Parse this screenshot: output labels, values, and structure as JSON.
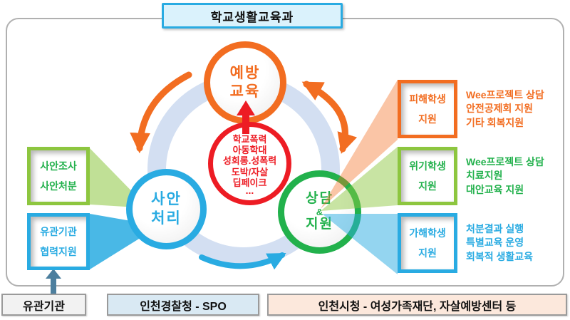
{
  "title": "학교생활교육과",
  "cycle": {
    "prevention": {
      "lines": [
        "예방",
        "교육"
      ]
    },
    "case_handling": {
      "lines": [
        "사안",
        "처리"
      ]
    },
    "counseling": {
      "lines": [
        "상담",
        "&",
        "지원"
      ]
    },
    "center_issues": {
      "lines": [
        "학교폭력",
        "아동학대",
        "성희롱.성폭력",
        "도박/자살",
        "딥페이크",
        "..."
      ]
    }
  },
  "left_callouts": [
    {
      "lines": [
        "사안조사",
        "사안처분"
      ]
    },
    {
      "lines": [
        "유관기관",
        "협력지원"
      ]
    }
  ],
  "right_callouts": [
    {
      "box": [
        "피해학생",
        "지원"
      ],
      "details": [
        "Wee프로젝트 상담",
        "안전공제회 지원",
        "기타 회복지원"
      ]
    },
    {
      "box": [
        "위기학생",
        "지원"
      ],
      "details": [
        "Wee프로젝트 상담",
        "치료지원",
        "대안교육 지원"
      ]
    },
    {
      "box": [
        "가해학생",
        "지원"
      ],
      "details": [
        "처분결과 실행",
        "특별교육 운영",
        "회복적 생활교육"
      ]
    }
  ],
  "bottom_bar": [
    {
      "label": "유관기관"
    },
    {
      "label": "인천경찰청 - SPO"
    },
    {
      "label": "인천시청 - 여성가족재단, 자살예방센터 등"
    }
  ],
  "colors": {
    "orange": "#f26d21",
    "blue": "#29abe2",
    "green": "#22b14c",
    "yellow_green_border": "#8dc63f",
    "red": "#ed1c24",
    "ring": "#d3dff2",
    "title_bg": "#daf2fc",
    "frame_border": "#b0b0b0",
    "steel_arrow": "#4d7f9e",
    "bottom_gray_bg": "#f2f2f2",
    "bottom_blue_bg": "#d9e9f3",
    "bottom_peach_bg": "#fce8dc"
  }
}
